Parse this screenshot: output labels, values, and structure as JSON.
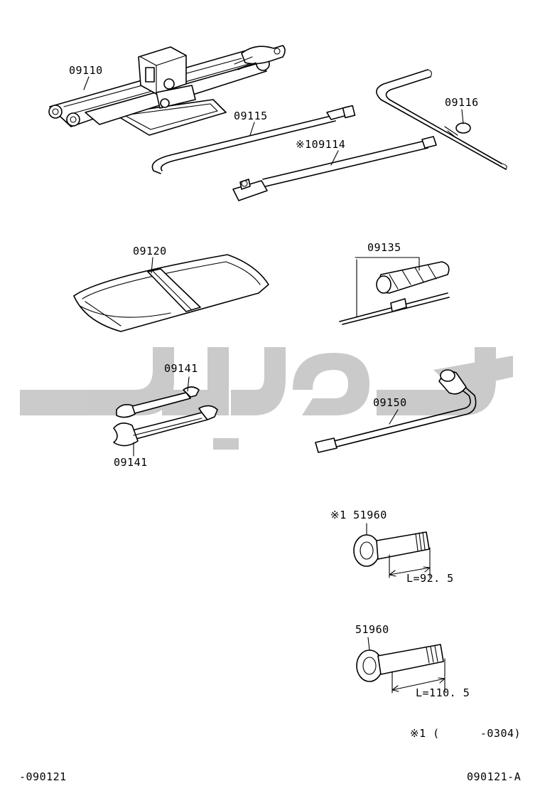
{
  "parts": [
    {
      "id": "jack",
      "number": "09110"
    },
    {
      "id": "jack-handle",
      "number": "09115"
    },
    {
      "id": "jack-handle-extension",
      "number": "※109114"
    },
    {
      "id": "hook-bar",
      "number": "09116"
    },
    {
      "id": "tool-bag",
      "number": "09120"
    },
    {
      "id": "screwdriver",
      "number": "09135"
    },
    {
      "id": "wrench-small",
      "number": "09141"
    },
    {
      "id": "wrench-large",
      "number": "09141"
    },
    {
      "id": "wheel-nut-wrench",
      "number": "09150"
    },
    {
      "id": "towing-hook-short",
      "number": "※1 51960"
    },
    {
      "id": "towing-hook-long",
      "number": "51960"
    }
  ],
  "dimensions": {
    "short_hook": "L=92. 5",
    "long_hook": "L=110. 5"
  },
  "footnote": "※1 (      -0304)",
  "footer": {
    "left": "-090121",
    "right": "090121-A"
  },
  "watermark": {
    "color": "#c8c8c8"
  }
}
